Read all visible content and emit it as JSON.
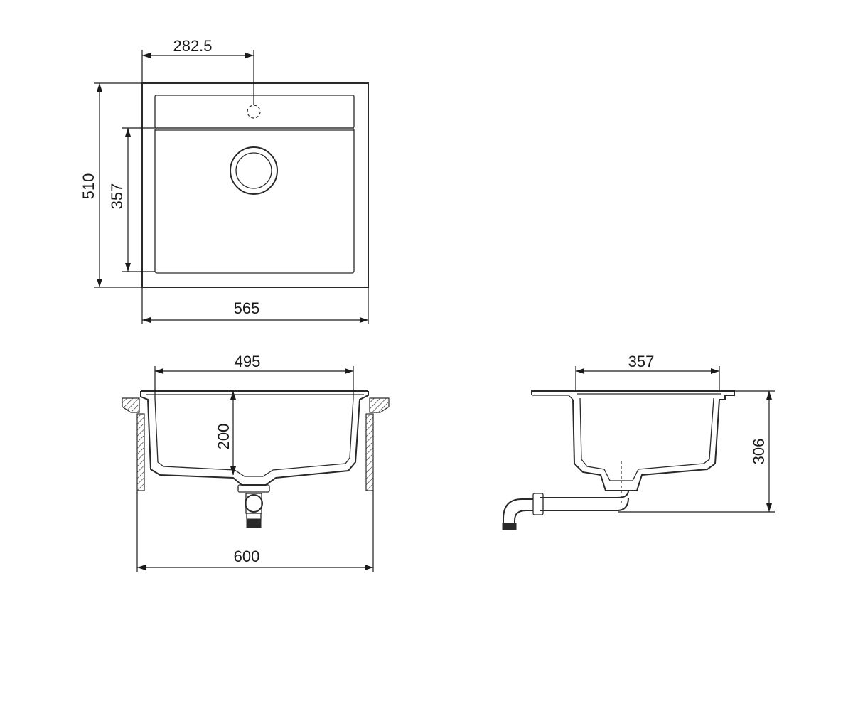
{
  "dimensions": {
    "top_view": {
      "tap_offset": "282.5",
      "overall_height": "510",
      "bowl_height": "357",
      "overall_width": "565"
    },
    "front_view": {
      "bowl_width": "495",
      "bowl_depth": "200",
      "cabinet_width": "600"
    },
    "side_view": {
      "bowl_length": "357",
      "total_depth": "306"
    }
  }
}
